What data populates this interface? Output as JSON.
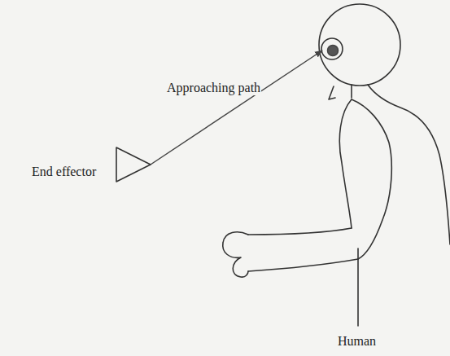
{
  "diagram": {
    "labels": [
      "Approaching path",
      "End effector",
      "Human"
    ]
  }
}
